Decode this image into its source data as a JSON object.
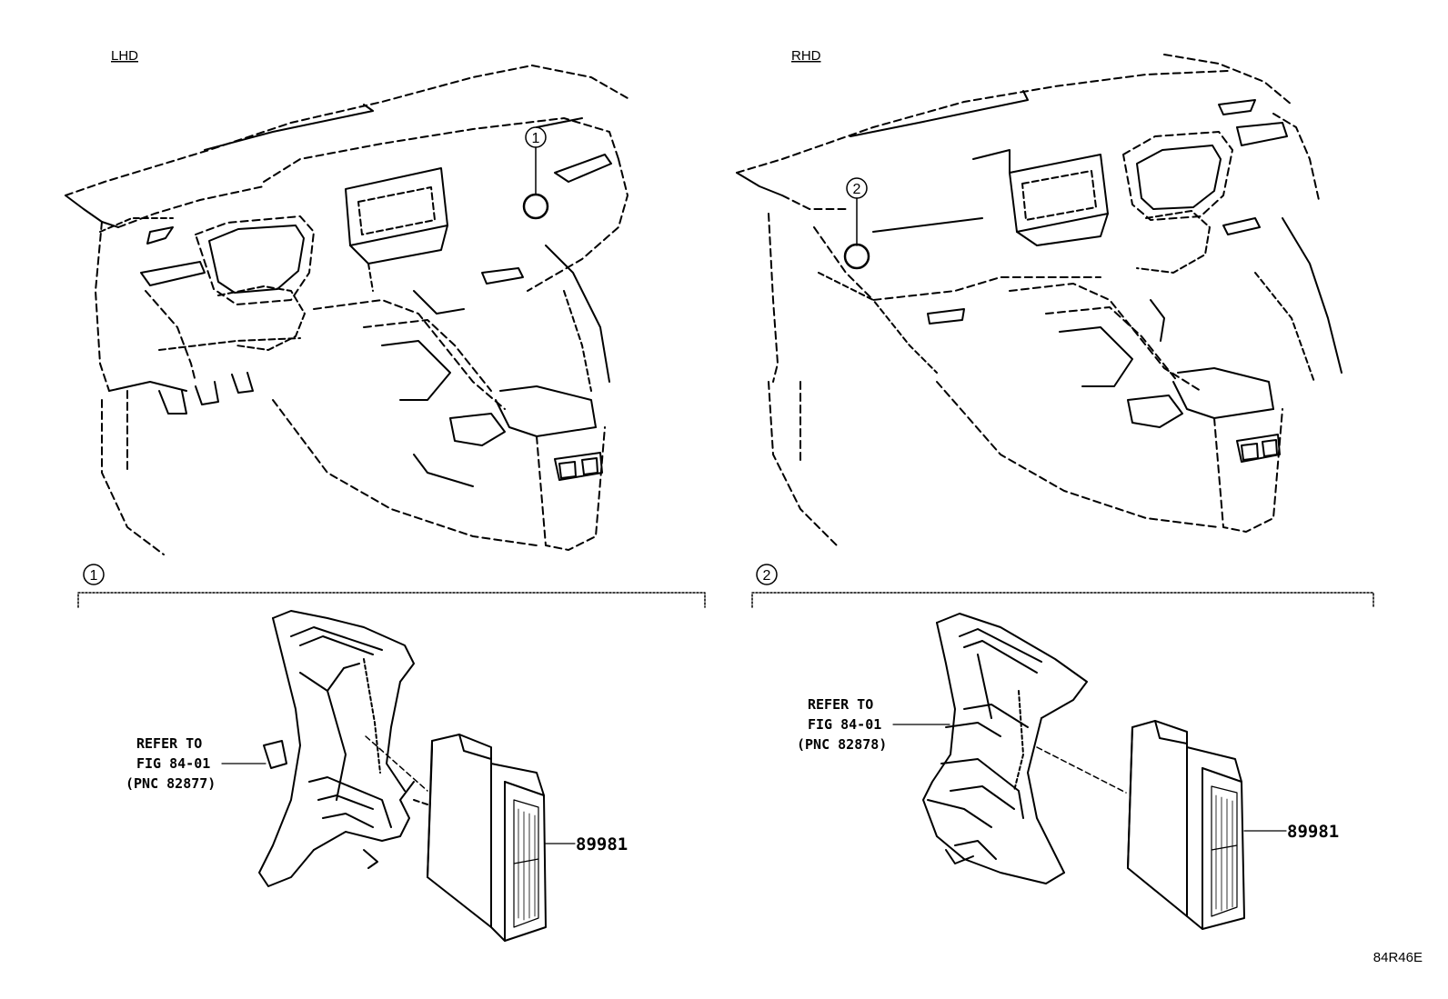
{
  "panels": [
    {
      "header": "LHD",
      "callout": "1",
      "detail_callout": "1",
      "refer": [
        "REFER TO",
        "FIG 84-01",
        "(PNC 82877)"
      ],
      "part_number": "89981"
    },
    {
      "header": "RHD",
      "callout": "2",
      "detail_callout": "2",
      "refer": [
        "REFER TO",
        "FIG 84-01",
        "(PNC 82878)"
      ],
      "part_number": "89981"
    }
  ],
  "figure_code": "84R46E",
  "colors": {
    "ink": "#000000",
    "paper": "#ffffff"
  }
}
